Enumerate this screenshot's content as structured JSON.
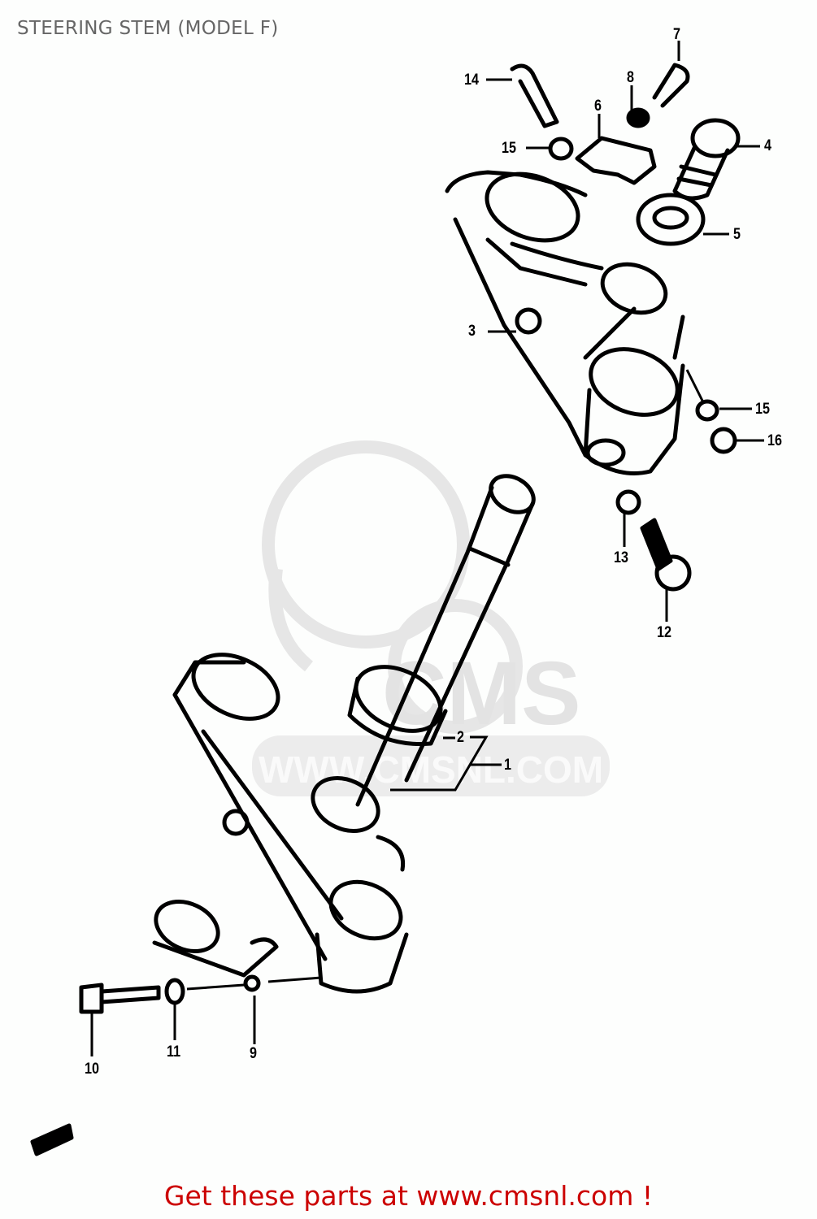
{
  "header": {
    "title": "STEERING STEM (MODEL F)"
  },
  "diagram": {
    "type": "exploded-parts-diagram",
    "line_color": "#000000",
    "background": "#fdfefd",
    "callouts": [
      {
        "id": "1",
        "label": "1",
        "part": "steering stem assembly"
      },
      {
        "id": "2",
        "label": "2",
        "part": "bearing"
      },
      {
        "id": "3",
        "label": "3",
        "part": "upper bracket"
      },
      {
        "id": "4",
        "label": "4",
        "part": "stem head bolt"
      },
      {
        "id": "5",
        "label": "5",
        "part": "washer"
      },
      {
        "id": "6",
        "label": "6",
        "part": "clamp"
      },
      {
        "id": "7",
        "label": "7",
        "part": "bolt"
      },
      {
        "id": "8",
        "label": "8",
        "part": "cap"
      },
      {
        "id": "9",
        "label": "9",
        "part": "bracket"
      },
      {
        "id": "10",
        "label": "10",
        "part": "bolt"
      },
      {
        "id": "11",
        "label": "11",
        "part": "washer"
      },
      {
        "id": "12",
        "label": "12",
        "part": "bolt"
      },
      {
        "id": "13",
        "label": "13",
        "part": "washer"
      },
      {
        "id": "14",
        "label": "14",
        "part": "bolt"
      },
      {
        "id": "15",
        "label": "15",
        "part": "washer"
      },
      {
        "id": "16",
        "label": "16",
        "part": "nut"
      }
    ],
    "labels": {
      "c1": "1",
      "c2": "2",
      "c3": "3",
      "c4": "4",
      "c5": "5",
      "c6": "6",
      "c7": "7",
      "c8": "8",
      "c9": "9",
      "c10": "10",
      "c11": "11",
      "c12": "12",
      "c13": "13",
      "c14": "14",
      "c15a": "15",
      "c15b": "15",
      "c16": "16"
    }
  },
  "watermark": {
    "logo_text": "CMS",
    "url_text": "WWW.CMSNL.COM",
    "color": "#e3e3e3"
  },
  "footer": {
    "text": "Get these parts at www.cmsnl.com !",
    "color": "#cc0000"
  }
}
